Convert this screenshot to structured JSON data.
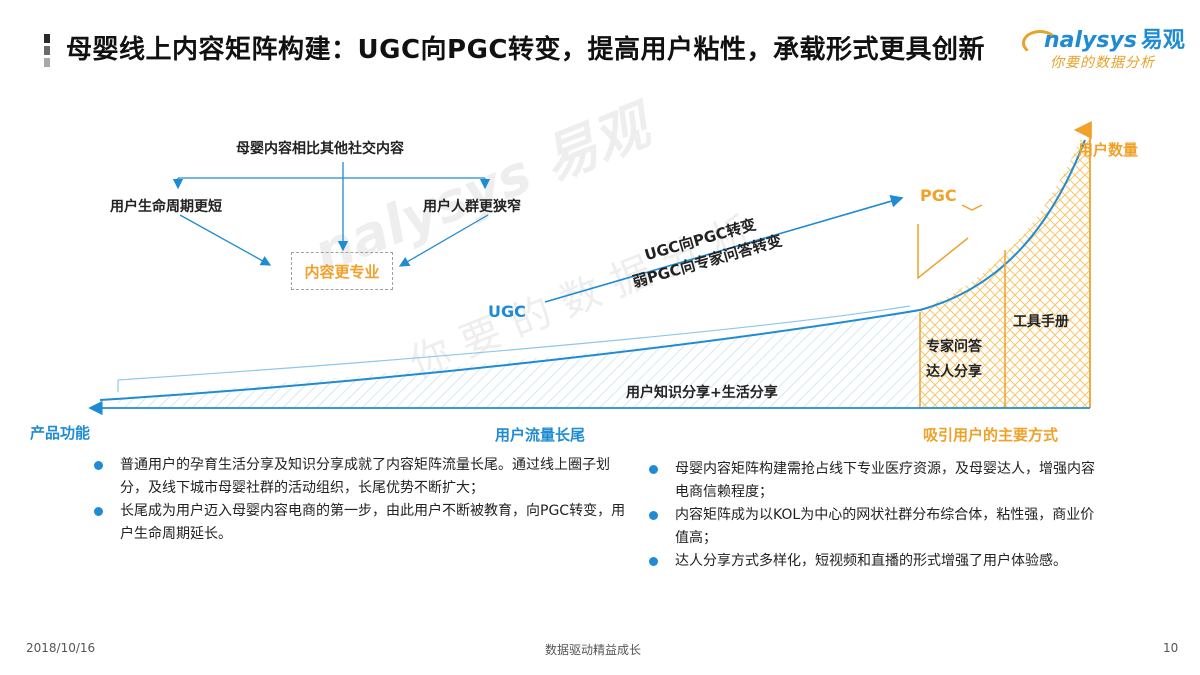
{
  "header": {
    "title": "母婴线上内容矩阵构建：UGC向PGC转变，提高用户粘性，承载形式更具创新"
  },
  "logo": {
    "brand": "nalysys",
    "brand_cn": "易观",
    "slogan": "你要的数据分析"
  },
  "diagram": {
    "top_label": "母婴内容相比其他社交内容",
    "left_label": "用户生命周期更短",
    "right_label": "用户人群更狭窄",
    "center_box": "内容更专业",
    "ugc": "UGC",
    "pgc": "PGC",
    "diag_line1": "UGC向PGC转变",
    "diag_line2": "弱PGC向专家问答转变",
    "y_axis": "用户数量",
    "area_label": "用户知识分享+生活分享",
    "expert_qa_line1": "专家问答",
    "expert_qa_line2": "达人分享",
    "tool_manual": "工具手册",
    "x_left": "产品功能",
    "x_mid": "用户流量长尾",
    "x_right": "吸引用户的主要方式"
  },
  "left_bullets": [
    "普通用户的孕育生活分享及知识分享成就了内容矩阵流量长尾。通过线上圈子划分，及线下城市母婴社群的活动组织，长尾优势不断扩大；",
    "长尾成为用户迈入母婴内容电商的第一步，由此用户不断被教育，向PGC转变，用户生命周期延长。"
  ],
  "right_bullets": [
    "母婴内容矩阵构建需抢占线下专业医疗资源，及母婴达人，增强内容电商信赖程度；",
    "内容矩阵成为以KOL为中心的网状社群分布综合体，粘性强，商业价值高；",
    "达人分享方式多样化，短视频和直播的形式增强了用户体验感。"
  ],
  "footer": {
    "date": "2018/10/16",
    "center": "数据驱动精益成长",
    "page": "10"
  },
  "colors": {
    "accent_blue": "#1f8bd3",
    "accent_orange": "#f0a12a"
  }
}
